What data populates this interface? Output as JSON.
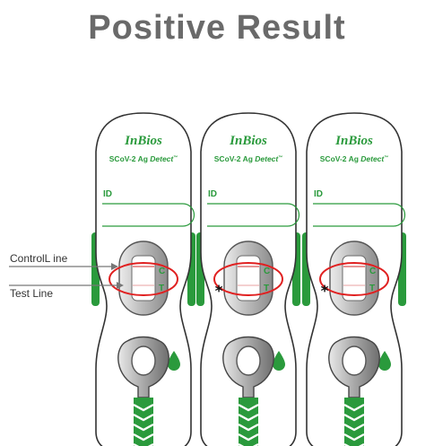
{
  "page": {
    "title": "Positive Result"
  },
  "labels": {
    "control": "ControlL ine",
    "test": "Test Line"
  },
  "cassette": {
    "brand": "InBios",
    "product_main": "SCoV-2 Ag ",
    "product_accent": "Detect",
    "product_tm": "™",
    "id_label": "ID",
    "c_mark": "C",
    "t_mark": "T",
    "star": "*"
  },
  "cassettes": [
    {
      "name": "cassette-1",
      "starred": false
    },
    {
      "name": "cassette-2",
      "starred": true
    },
    {
      "name": "cassette-3",
      "starred": true
    }
  ],
  "colors": {
    "green": "#2a9a3c",
    "red_ring": "#e02020",
    "outline": "#333333",
    "window_gray": "#cccccc",
    "title_gray": "#6a6a6a"
  }
}
